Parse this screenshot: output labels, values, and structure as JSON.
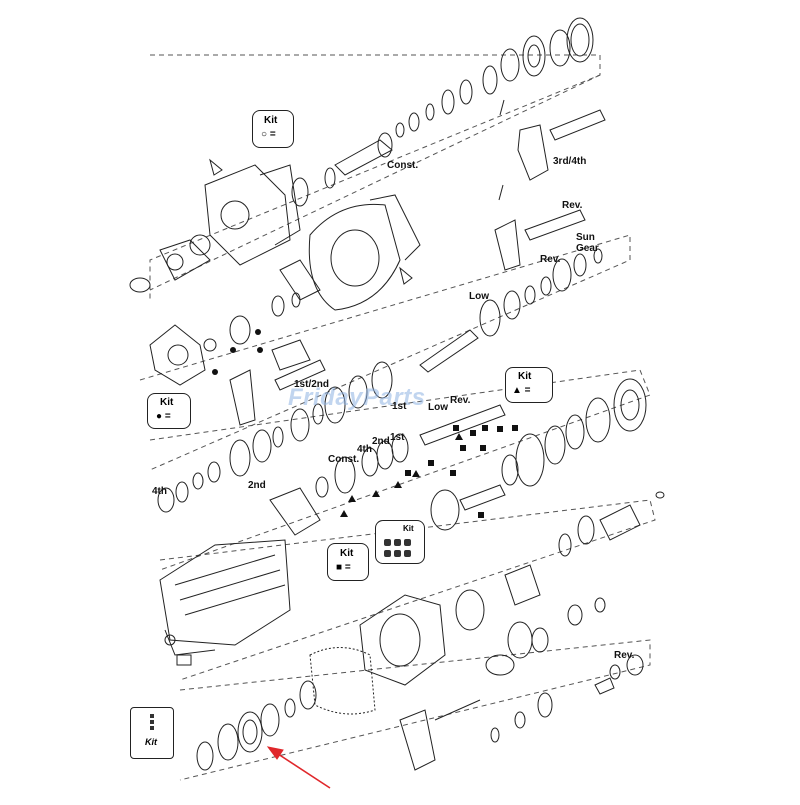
{
  "labels": {
    "const_top": "Const.",
    "third_fourth": "3rd/4th",
    "rev_top": "Rev.",
    "sun_gear": "Sun\nGear",
    "rev_mid": "Rev.",
    "low_top": "Low",
    "first_second": "1st/2nd",
    "first_mid": "1st",
    "low_mid": "Low",
    "rev_mid2": "Rev.",
    "const_mid": "Const.",
    "fourth_mid": "4th",
    "second_mid": "2nd",
    "first_small": "1st",
    "fourth_left": "4th",
    "second_left": "2nd",
    "rev_bottom": "Rev."
  },
  "kits": {
    "kit_circle": {
      "title": "Kit",
      "symbol": "○ ="
    },
    "kit_dot": {
      "title": "Kit",
      "symbol": "● ="
    },
    "kit_triangle": {
      "title": "Kit",
      "symbol": "▲ ="
    },
    "kit_square": {
      "title": "Kit",
      "symbol": "■ ="
    },
    "kit_bearings": {
      "title": "Kit"
    },
    "kit_bottom": {
      "title": "Kit"
    }
  },
  "watermark": "FridayParts",
  "arrow_color": "#e0272b"
}
